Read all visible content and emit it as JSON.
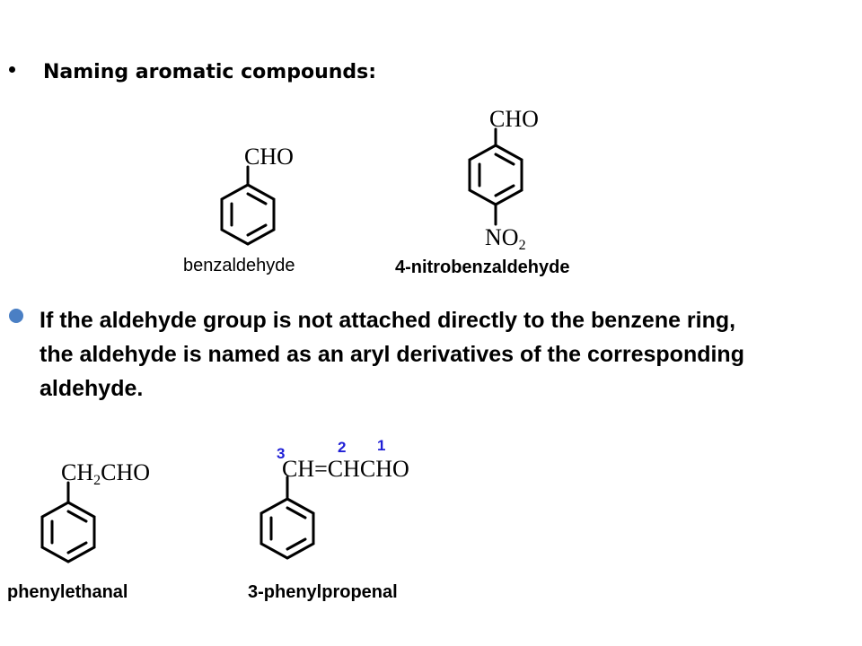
{
  "heading": {
    "bullet": "•",
    "text": "Naming aromatic compounds:"
  },
  "compounds_top": [
    {
      "formula_text": "CHO",
      "name": "benzaldehyde"
    },
    {
      "formula_top": "CHO",
      "formula_bottom_main": "NO",
      "formula_bottom_sub": "2",
      "name": "4-nitrobenzaldehyde"
    }
  ],
  "paragraph": {
    "text": "If the aldehyde group is not attached directly to the benzene ring, the aldehyde is named as an aryl derivatives of the corresponding aldehyde."
  },
  "compounds_bottom": [
    {
      "formula_pre": "CH",
      "formula_sub": "2",
      "formula_post": "CHO",
      "name": "phenylethanal"
    },
    {
      "formula_text": "CH=CHCHO",
      "numbers": [
        "3",
        "2",
        "1"
      ],
      "name": "3-phenylpropenal"
    }
  ],
  "colors": {
    "number_blue": "#1f1fd6",
    "bullet_blue": "#4a7fc4"
  }
}
